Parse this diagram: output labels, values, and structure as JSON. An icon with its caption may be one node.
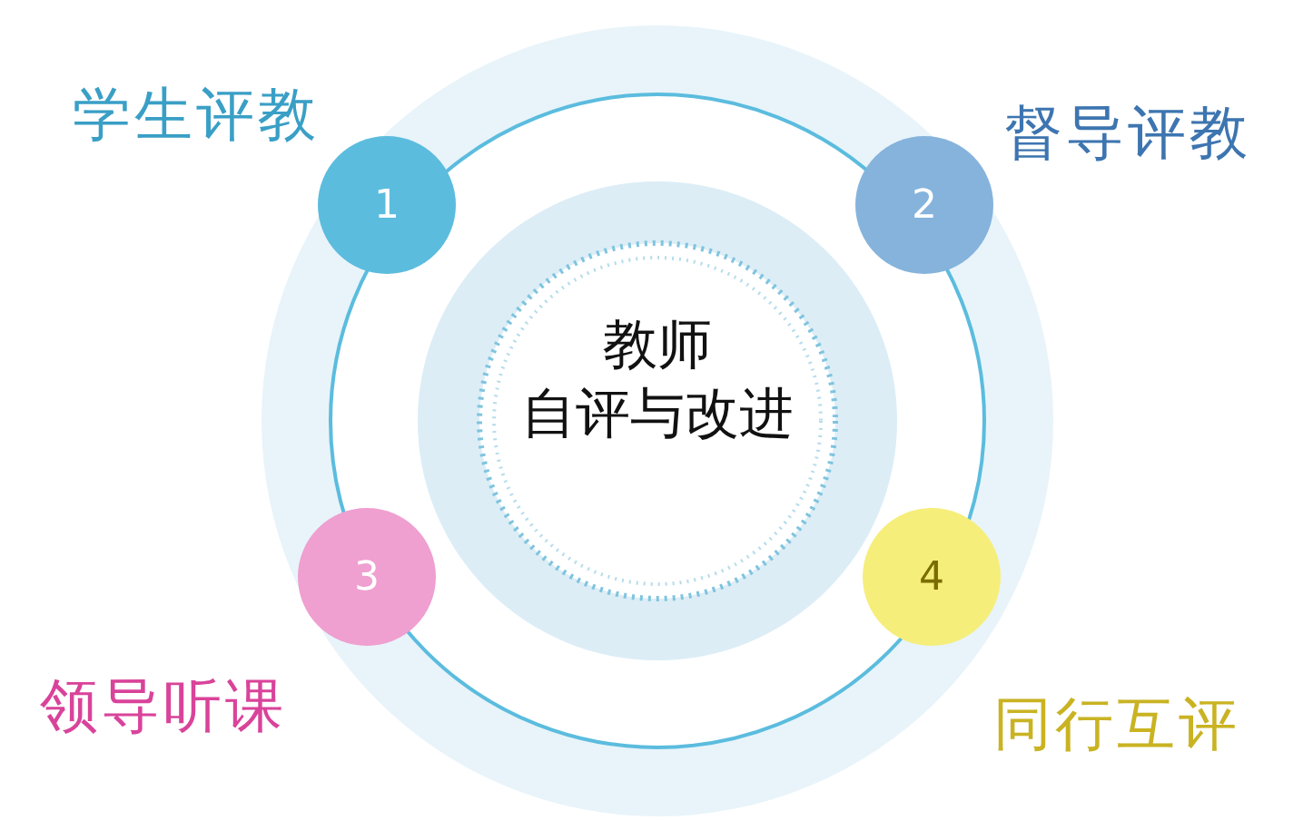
{
  "diagram": {
    "nodes": [
      {
        "text": [
          "教师",
          "自评与改进"
        ]
      },
      {
        "text": [
          "1"
        ],
        "beside": [
          "学生评教"
        ]
      },
      {
        "text": [
          "2"
        ],
        "beside": [
          "督导评教"
        ]
      },
      {
        "text": [
          "3"
        ],
        "beside": [
          "领导听课"
        ]
      },
      {
        "text": [
          "4"
        ],
        "beside": [
          "同行互评"
        ]
      }
    ]
  }
}
